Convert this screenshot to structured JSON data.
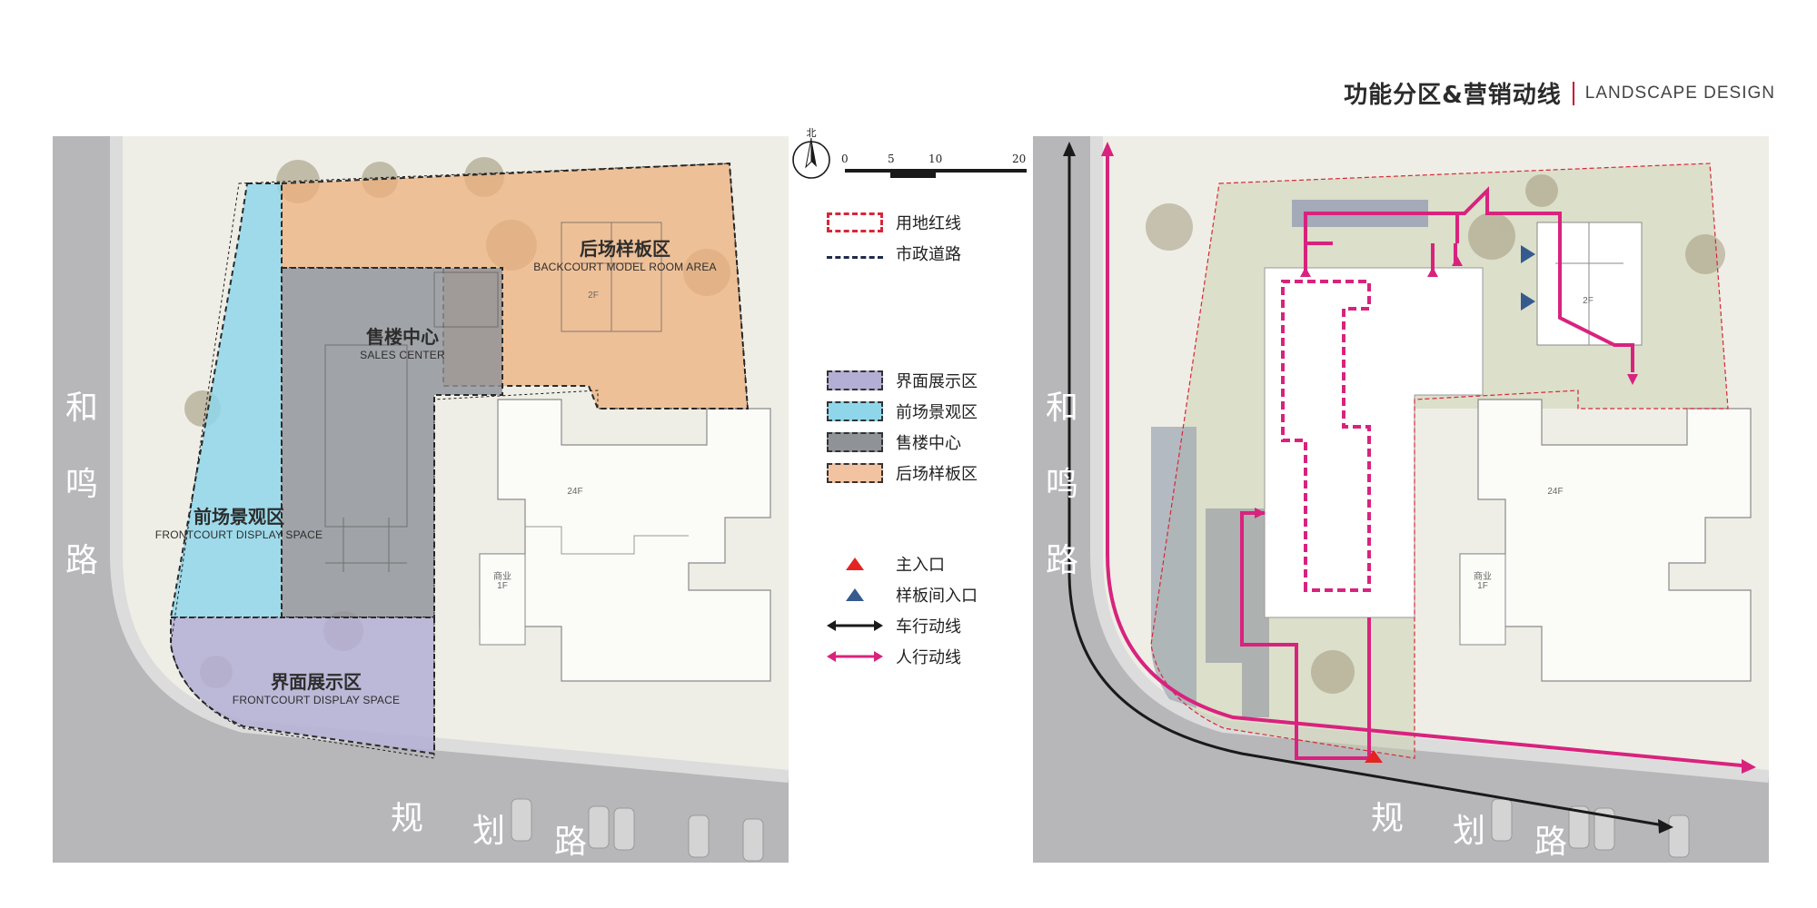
{
  "header": {
    "title_cn": "功能分区&营销动线",
    "title_en": "LANDSCAPE DESIGN"
  },
  "colors": {
    "accent": "#c8102e",
    "road": "#b7b7b9",
    "ground": "#efeee6",
    "zone_interface": "#b3aed3",
    "zone_frontcourt": "#8fd6ea",
    "zone_sales": "#8f9398",
    "zone_backcourt": "#eeb07c",
    "site_line": "#d6283a",
    "municipal_line": "#1f2a4a",
    "pedestrian": "#d8237e",
    "vehicle": "#1a1a1a",
    "main_entrance": "#e52323",
    "model_entrance": "#355a8e"
  },
  "roads": {
    "vertical": [
      "和",
      "鸣",
      "路"
    ],
    "horizontal": [
      "规",
      "划",
      "路"
    ]
  },
  "zones": {
    "backcourt": {
      "cn": "后场样板区",
      "en": "BACKCOURT MODEL ROOM AREA"
    },
    "sales": {
      "cn": "售楼中心",
      "en": "SALES CENTER"
    },
    "frontcourt": {
      "cn": "前场景观区",
      "en": "FRONTCOURT DISPLAY SPACE"
    },
    "interface": {
      "cn": "界面展示区",
      "en": "FRONTCOURT DISPLAY SPACE"
    }
  },
  "buildings": {
    "tower_floors": "24F",
    "shop_name": "商业",
    "shop_floors": "1F",
    "model_floors": "2F"
  },
  "compass": {
    "label": "北",
    "icon": "north-arrow-icon"
  },
  "scale": {
    "ticks": [
      "0",
      "5",
      "10",
      "20"
    ]
  },
  "legend": {
    "lines": [
      {
        "label": "用地红线",
        "color": "#d6283a"
      },
      {
        "label": "市政道路",
        "color": "#1f2a4a"
      }
    ],
    "zones": [
      {
        "label": "界面展示区",
        "color": "#b3aed3"
      },
      {
        "label": "前场景观区",
        "color": "#8fd6ea"
      },
      {
        "label": "售楼中心",
        "color": "#8f9398"
      },
      {
        "label": "后场样板区",
        "color": "#f2c3a0"
      }
    ],
    "symbols": [
      {
        "label": "主入口",
        "icon": "red-triangle-icon"
      },
      {
        "label": "样板间入口",
        "icon": "blue-triangle-icon"
      },
      {
        "label": "车行动线",
        "icon": "black-double-arrow-icon"
      },
      {
        "label": "人行动线",
        "icon": "magenta-double-arrow-icon"
      }
    ]
  }
}
